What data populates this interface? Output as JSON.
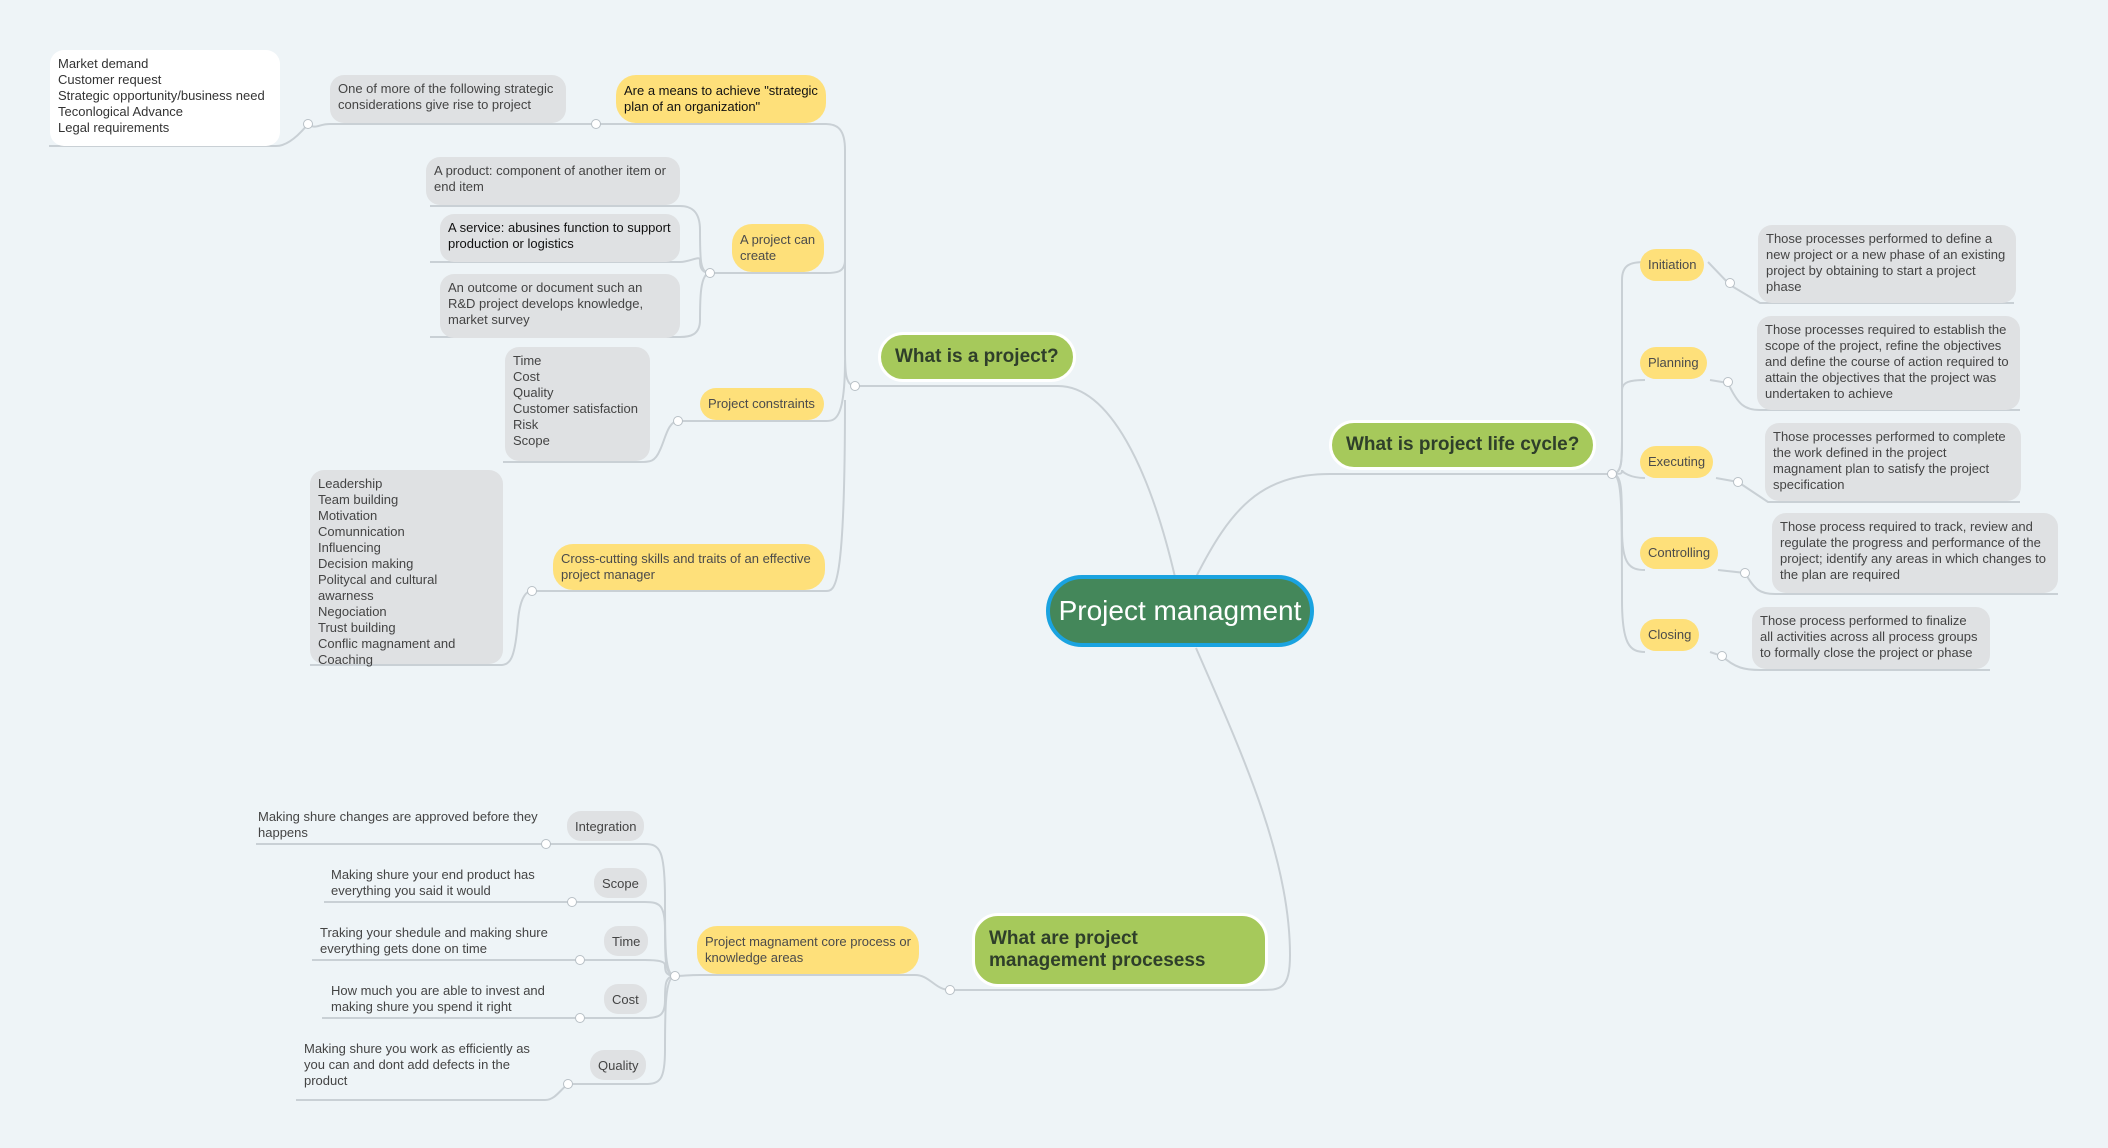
{
  "central": "Project managment",
  "branches": {
    "project": {
      "title": "What is a project?",
      "means": "Are a means to achieve \"strategic plan of an organization\"",
      "considerations": "One of more of the following strategic considerations give rise to project",
      "considerations_list": "Market demand\nCustomer request\nStrategic opportunity/business need\nTeconlogical Advance\nLegal requirements",
      "can_create": "A project can create",
      "product": "A product: component of another item or end item",
      "service": "A service: abusines function to support production or logistics",
      "outcome": "An outcome or document such an R&D project develops knowledge, market survey",
      "constraints": "Project constraints",
      "constraints_list": "Time\nCost\nQuality\nCustomer satisfaction\nRisk\nScope",
      "skills": "Cross-cutting skills and traits of an effective project manager",
      "skills_list": "Leadership\nTeam building\nMotivation\nComunnication\nInfluencing\nDecision making\nPolitycal and cultural awarness\nNegociation\nTrust building\nConflic magnament and Coaching"
    },
    "lifecycle": {
      "title": "What is project life cycle?",
      "phases": [
        {
          "label": "Initiation",
          "desc": "Those processes performed to define a new project or a new phase of an existing project by obtaining to start a project phase"
        },
        {
          "label": "Planning",
          "desc": "Those processes required to establish the scope of the project, refine the objectives and define the course of action required to attain the objectives that the project was undertaken to achieve"
        },
        {
          "label": "Executing",
          "desc": "Those processes performed to complete the work defined in the project magnament plan to satisfy the project specification"
        },
        {
          "label": "Controlling",
          "desc": "Those process required to track, review and regulate the progress and performance of the project; identify any areas in which changes to the plan are required"
        },
        {
          "label": "Closing",
          "desc": "Those process performed to finalize all activities across all  process groups to formally close the project or phase"
        }
      ]
    },
    "processes": {
      "title": "What are project management procesess",
      "core": "Project magnament core process or knowledge areas",
      "areas": [
        {
          "label": "Integration",
          "desc": "Making shure changes are approved before they happens"
        },
        {
          "label": "Scope",
          "desc": "Making shure your end product has everything you said it would"
        },
        {
          "label": "Time",
          "desc": "Traking your shedule and making shure everything gets done on time"
        },
        {
          "label": "Cost",
          "desc": "How much you are able to invest and making shure you spend it right"
        },
        {
          "label": "Quality",
          "desc": "Making shure you work as efficiently as you can and dont add defects in the product"
        }
      ]
    }
  },
  "colors": {
    "background": "#eef4f7",
    "central": "#44875a",
    "central_border": "#1aa3e0",
    "main": "#a6c95b",
    "sub": "#fee07a",
    "leaf": "#dfe1e3",
    "line": "#c9d0d5"
  }
}
